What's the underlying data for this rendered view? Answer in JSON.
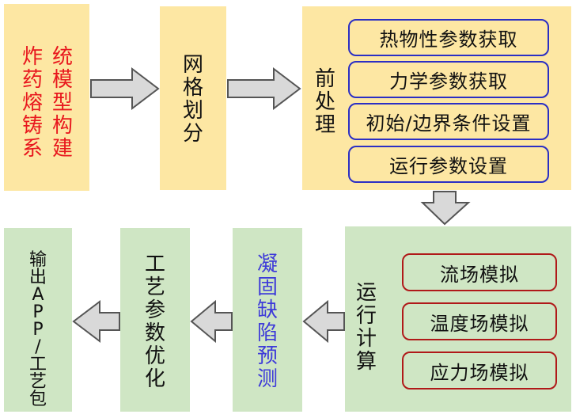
{
  "boxes": {
    "modeling": {
      "col1": [
        "炸",
        "药",
        "熔",
        "铸",
        "系"
      ],
      "col2": [
        "统",
        "模",
        "型",
        "构",
        "建"
      ]
    },
    "meshing": [
      "网",
      "格",
      "划",
      "分"
    ],
    "preprocess": [
      "前",
      "处",
      "理"
    ],
    "run": [
      "运",
      "行",
      "计",
      "算"
    ],
    "defect": [
      "凝",
      "固",
      "缺",
      "陷",
      "预",
      "测"
    ],
    "optimize": [
      "工",
      "艺",
      "参",
      "数",
      "优",
      "化"
    ],
    "output": [
      "输",
      "出",
      "A",
      "P",
      "P",
      "/",
      "工",
      "艺",
      "包"
    ]
  },
  "preprocess_items": [
    "热物性参数获取",
    "力学参数获取",
    "初始/边界条件设置",
    "运行参数设置"
  ],
  "run_items": [
    "流场模拟",
    "温度场模拟",
    "应力场模拟"
  ],
  "colors": {
    "yellow_box": "#fde7a3",
    "green_box": "#cfe6c4",
    "blue_border": "#2b2fc4",
    "red_border": "#b01919",
    "red_text": "#e8171d",
    "blue_text": "#3d3ad9",
    "arrow_fill": "#d9d9d9",
    "arrow_stroke": "#555555"
  }
}
